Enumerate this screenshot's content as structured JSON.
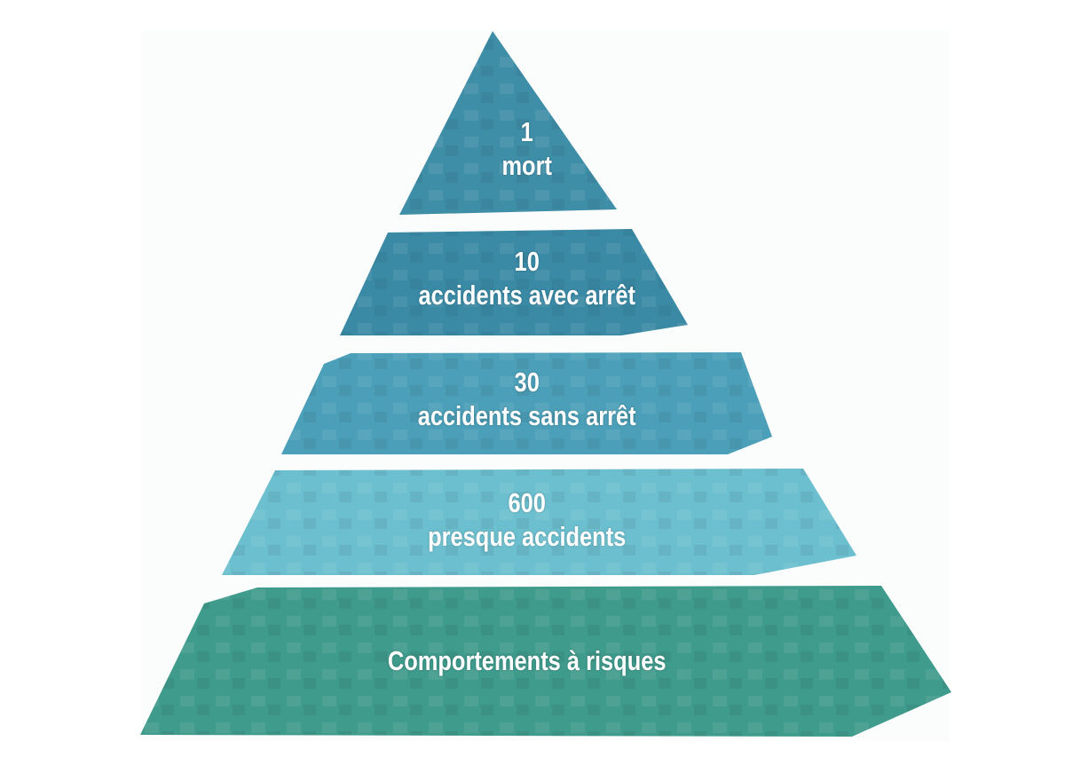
{
  "pyramid": {
    "levels": [
      {
        "number": "1",
        "label": "mort",
        "color": "#3f8ea8"
      },
      {
        "number": "10",
        "label": "accidents avec arrêt",
        "color": "#3a8aa6"
      },
      {
        "number": "30",
        "label": "accidents sans arrêt",
        "color": "#4b9fb8"
      },
      {
        "number": "600",
        "label": "presque accidents",
        "color": "#6cbfcf"
      },
      {
        "number": "",
        "label": "Comportements à risques",
        "color": "#3f9b8c"
      }
    ]
  }
}
